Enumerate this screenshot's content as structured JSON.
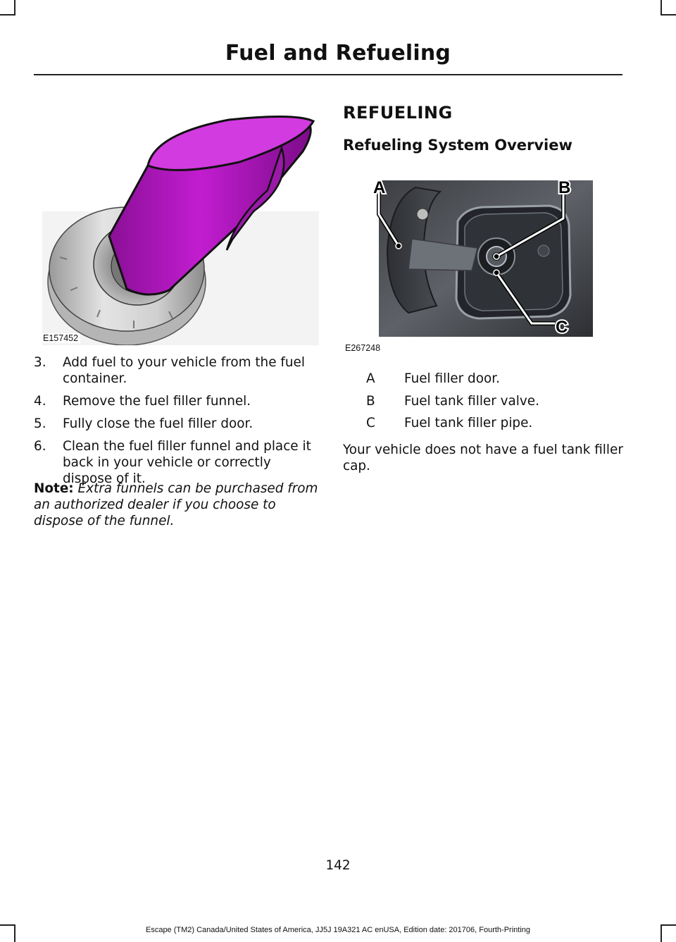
{
  "header": {
    "title": "Fuel and Refueling"
  },
  "figures": {
    "funnel": {
      "code": "E157452"
    },
    "overview": {
      "code": "E267248",
      "callouts": [
        "A",
        "B",
        "C"
      ]
    }
  },
  "steps": [
    {
      "num": "3.",
      "text": "Add fuel to your vehicle from the fuel container."
    },
    {
      "num": "4.",
      "text": "Remove the fuel filler funnel."
    },
    {
      "num": "5.",
      "text": "Fully close the fuel filler door."
    },
    {
      "num": "6.",
      "text": "Clean the fuel filler funnel and place it back in your vehicle or correctly dispose of it."
    }
  ],
  "note": {
    "label": "Note:",
    "text": "Extra funnels can be purchased from an authorized dealer if you choose to dispose of the funnel."
  },
  "section": {
    "title": "REFUELING",
    "subtitle": "Refueling System Overview"
  },
  "legend": [
    {
      "key": "A",
      "text": "Fuel filler door."
    },
    {
      "key": "B",
      "text": "Fuel tank filler valve."
    },
    {
      "key": "C",
      "text": "Fuel tank filler pipe."
    }
  ],
  "closing": "Your vehicle does not have a fuel tank filler cap.",
  "page_number": "142",
  "footer": "Escape (TM2) Canada/United States of America, JJ5J 19A321 AC enUSA, Edition date: 201706, Fourth-Printing"
}
